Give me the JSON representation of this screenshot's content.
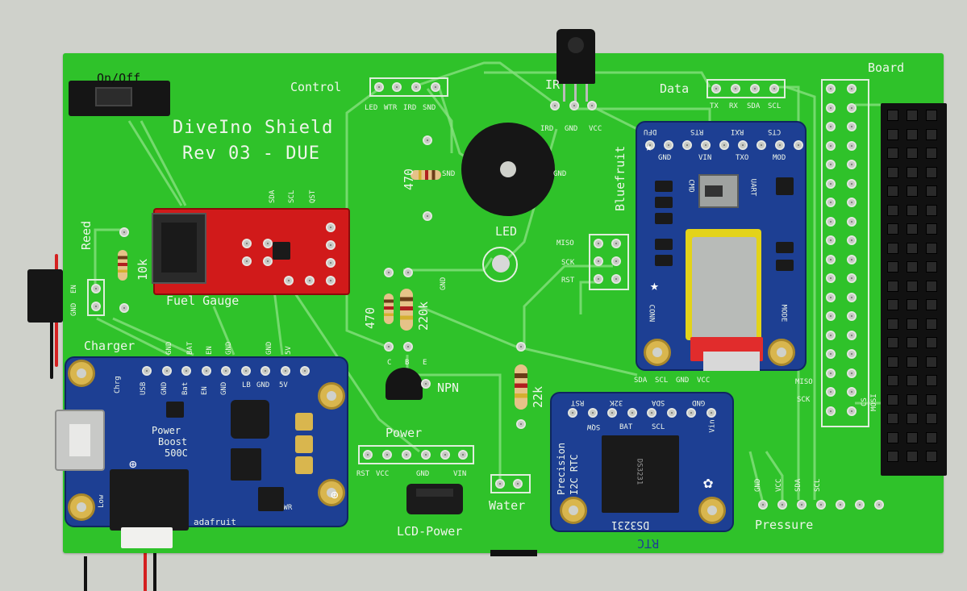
{
  "board": {
    "title_line1": "DiveIno Shield",
    "title_line2": "Rev 03 - DUE",
    "colors": {
      "pcb": "#2fc22a",
      "silkscreen": "#eef5ea",
      "breakout": "#1d3f93",
      "fuel_gauge": "#d11a1a"
    }
  },
  "labels": {
    "on_off": "On/Off",
    "control": "Control",
    "control_pins": [
      "LED",
      "WTR",
      "IRD",
      "SND"
    ],
    "ir": "IR",
    "ir_pins": [
      "IRD",
      "GND",
      "VCC"
    ],
    "data": "Data",
    "data_pins": [
      "TX",
      "RX",
      "SDA",
      "SCL"
    ],
    "board_label": "Board",
    "reed": "Reed",
    "reed_pins": [
      "GND",
      "EN"
    ],
    "resistor_10k": "10k",
    "resistor_470_a": "470",
    "resistor_470_b": "470",
    "resistor_220k": "220k",
    "resistor_22k": "22k",
    "snd": "SND",
    "gnd": "GND",
    "led": "LED",
    "bluefruit": "Bluefruit",
    "spi_pins": [
      "MISO",
      "SCK",
      "RST"
    ],
    "fuel_gauge": "Fuel Gauge",
    "fuel_pins": [
      "SDA",
      "SCL",
      "QST"
    ],
    "charger": "Charger",
    "charger_pins": [
      "GND",
      "BAT",
      "EN",
      "GND",
      "GND",
      "5V"
    ],
    "npn": "NPN",
    "npn_pins": [
      "C",
      "B",
      "E"
    ],
    "power": "Power",
    "power_pins": [
      "RST",
      "VCC",
      "GND",
      "VIN"
    ],
    "lcd_power": "LCD-Power",
    "water": "Water",
    "rtc_pins": [
      "SDA",
      "SCL",
      "GND",
      "VCC"
    ],
    "rtc_label": "RTC",
    "pressure": "Pressure",
    "pressure_pins": [
      "GND",
      "VCC",
      "SDA",
      "SCL"
    ],
    "right_pins": [
      "MISO",
      "SCK",
      "CS",
      "MOSI"
    ]
  },
  "bluefruit_module": {
    "top_pins": [
      "DFU",
      "RTS",
      "RXI",
      "CTS"
    ],
    "row2": [
      "GND",
      "VIN",
      "TXO",
      "MOD"
    ],
    "cmd": "CMD",
    "uart": "UART",
    "conn": "CONN",
    "mode": "MODE"
  },
  "powerboost": {
    "pins": [
      "USB",
      "GND",
      "Bat",
      "EN",
      "GND",
      "LB",
      "GND",
      "5V"
    ],
    "chrg": "Chrg",
    "name1": "Power",
    "name2": "Boost",
    "name3": "500C",
    "low": "Low",
    "pwr": "PWR",
    "brand": "adafruit"
  },
  "rtc_module": {
    "pins": [
      "RST",
      "32K",
      "SQW",
      "SCL",
      "SDA",
      "BAT",
      "GND",
      "Vin"
    ],
    "name1": "Precision",
    "name2": "I2C RTC",
    "chip": "DS3231",
    "bottom": "DS3231"
  }
}
